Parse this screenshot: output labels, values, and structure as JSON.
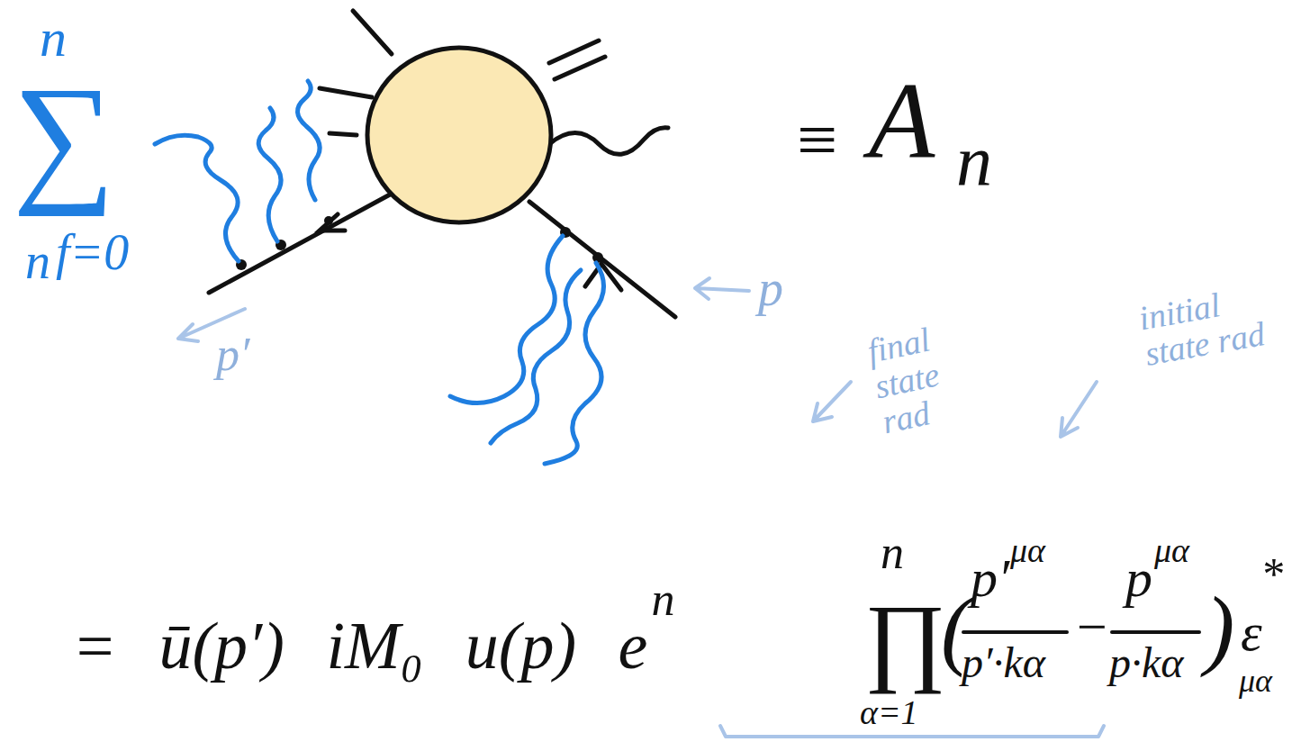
{
  "diagram": {
    "labels": [
      "n",
      "∑",
      "n",
      "f=0",
      "≡",
      "A",
      "n",
      "p′",
      "p",
      "final state rad",
      "initial state rad",
      "= ū(p′) iM₀ u(p) e",
      "n",
      "∏",
      "n",
      "α=1",
      "(",
      "p′",
      "μα",
      "p′·kα",
      "−",
      "p",
      "μα",
      "p·kα",
      ")",
      "ε",
      "*",
      "μα"
    ]
  }
}
